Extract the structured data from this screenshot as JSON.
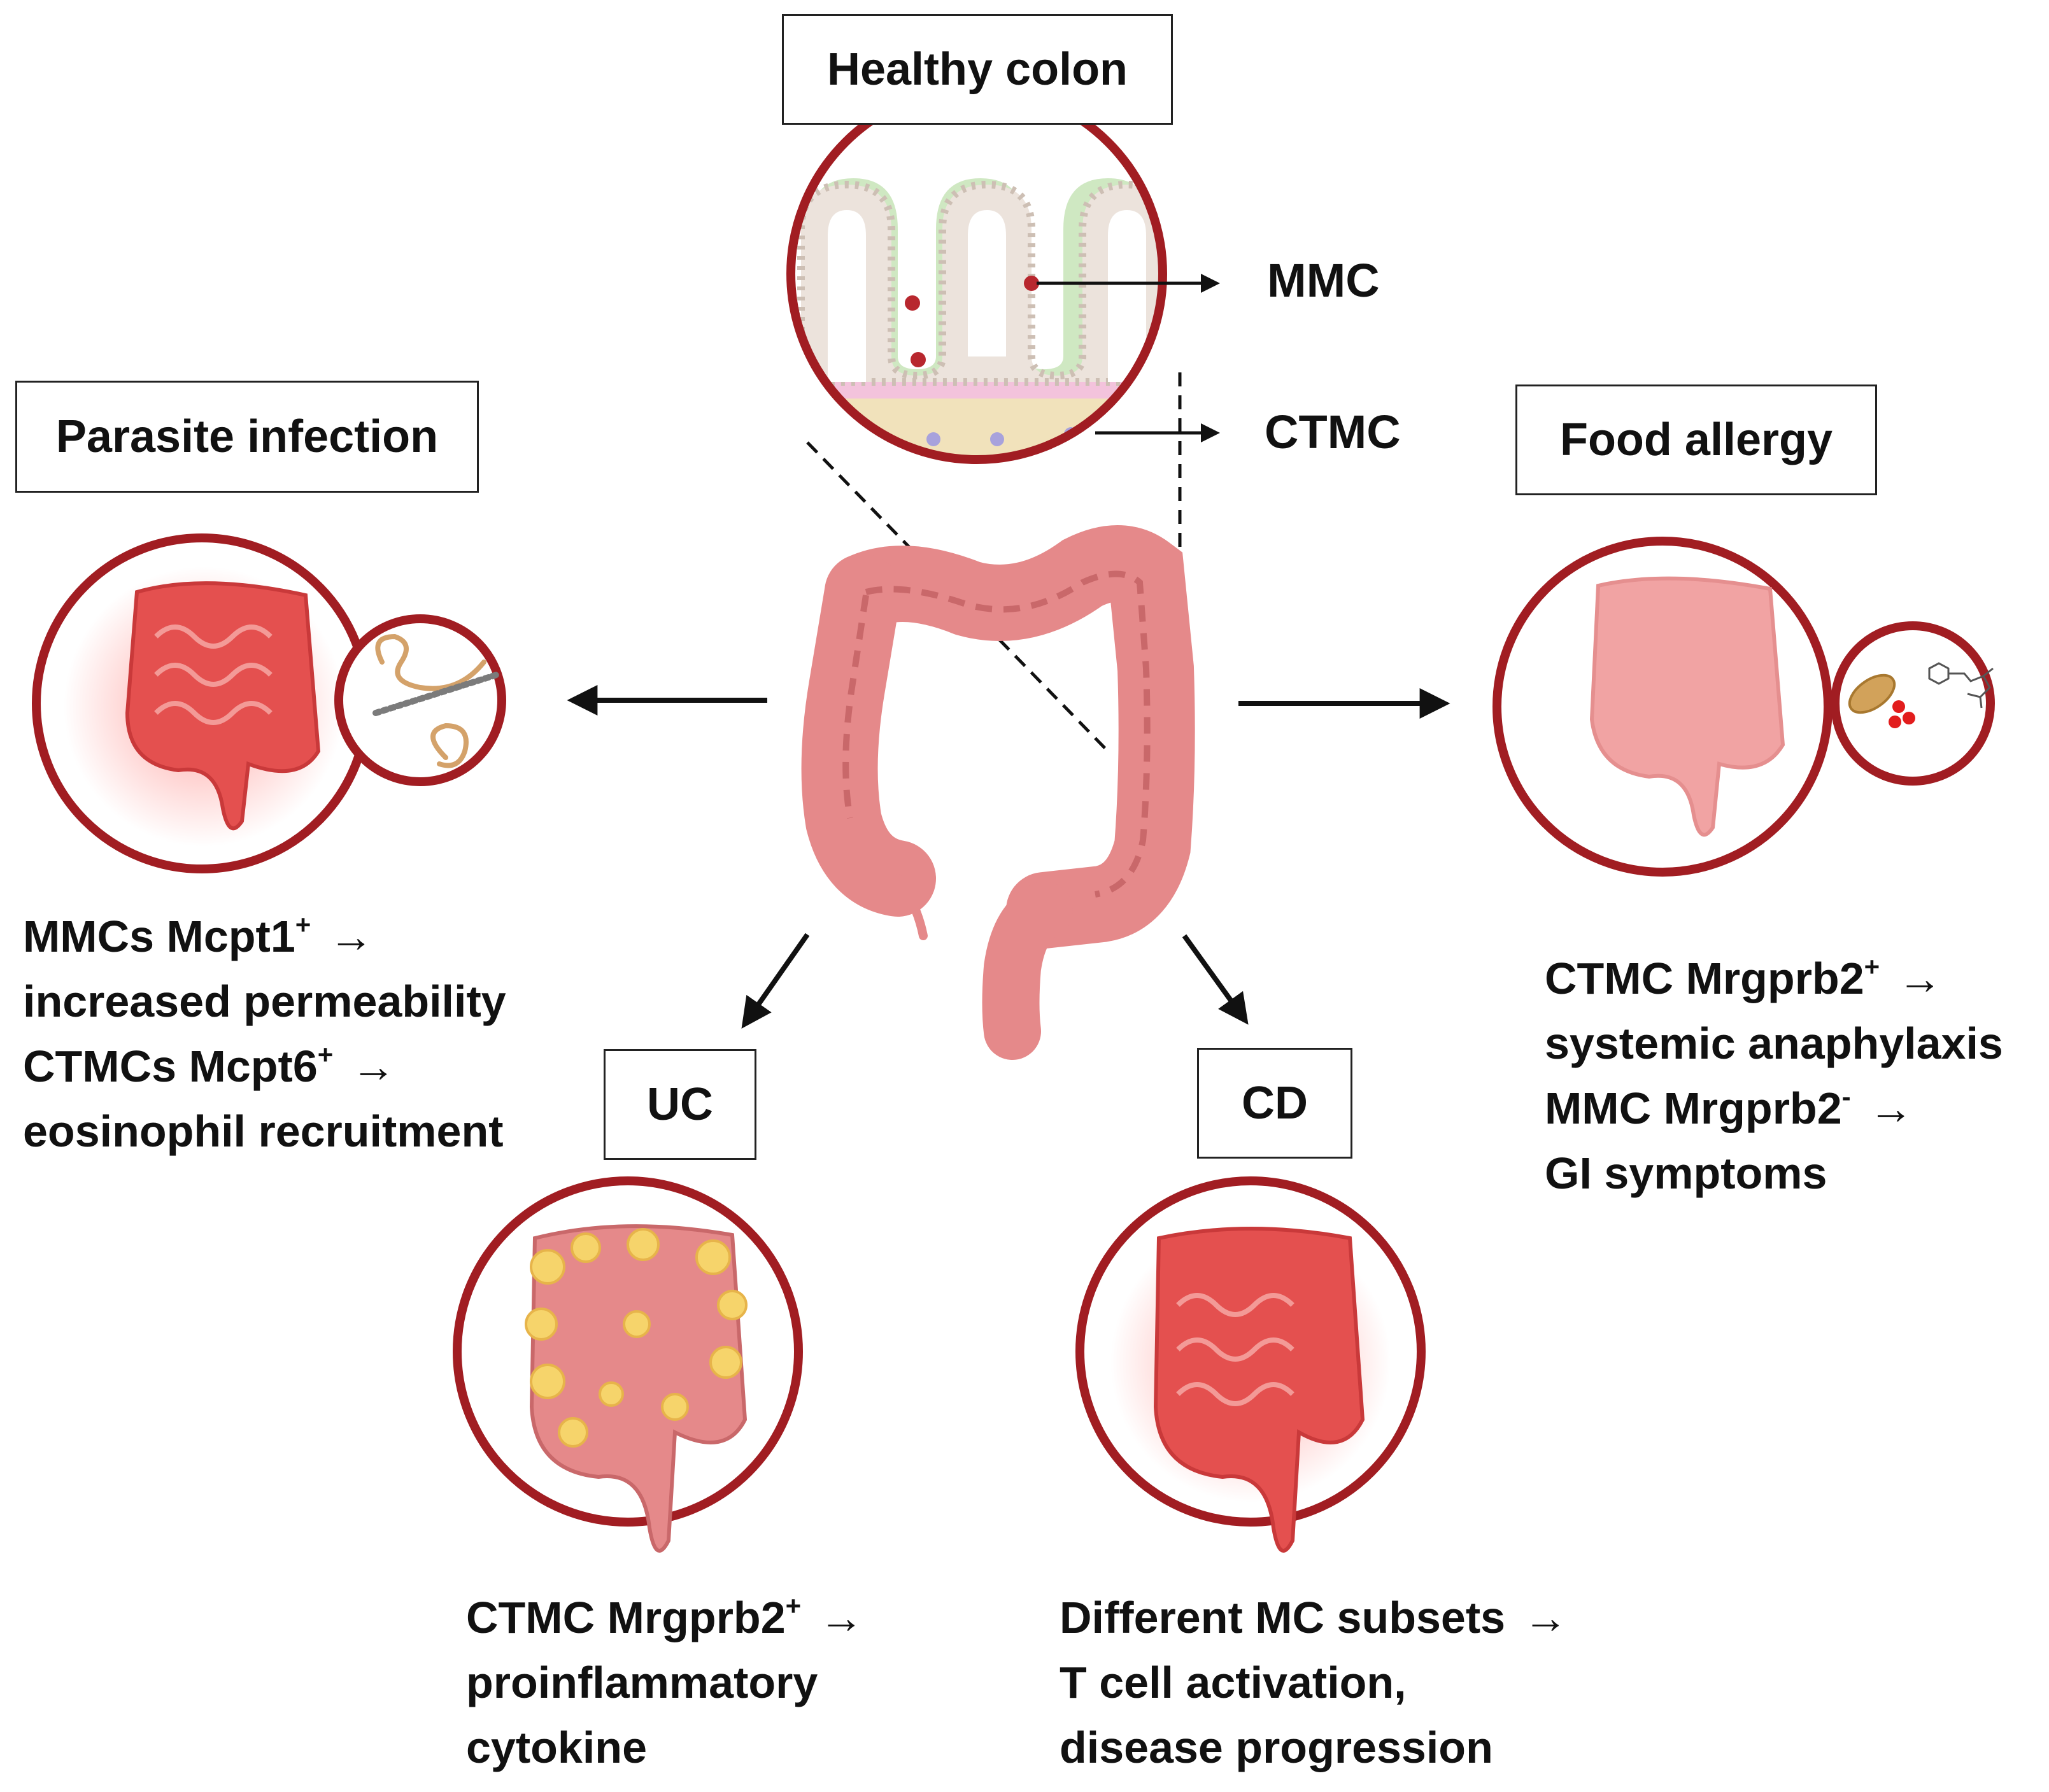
{
  "healthy": {
    "title": "Healthy colon",
    "mmc_label": "MMC",
    "ctmc_label": "CTMC"
  },
  "parasite": {
    "title": "Parasite infection",
    "lines": [
      {
        "text": "MMCs Mcpt1",
        "sup": "+",
        "arrow": "→"
      },
      {
        "text": "increased permeability",
        "sup": "",
        "arrow": ""
      },
      {
        "text": "CTMCs Mcpt6",
        "sup": "+",
        "arrow": "→"
      },
      {
        "text": "eosinophil recruitment",
        "sup": "",
        "arrow": ""
      }
    ]
  },
  "food": {
    "title": "Food allergy",
    "lines": [
      {
        "text": "CTMC Mrgprb2",
        "sup": "+",
        "arrow": "→"
      },
      {
        "text": "systemic anaphylaxis",
        "sup": "",
        "arrow": ""
      },
      {
        "text": "MMC Mrgprb2",
        "sup": "-",
        "arrow": "→"
      },
      {
        "text": "GI symptoms",
        "sup": "",
        "arrow": ""
      }
    ]
  },
  "uc": {
    "title": "UC",
    "lines": [
      {
        "text": "CTMC Mrgprb2",
        "sup": "+",
        "arrow": "→"
      },
      {
        "text": "proinflammatory",
        "sup": "",
        "arrow": ""
      },
      {
        "text": "cytokine",
        "sup": "",
        "arrow": ""
      }
    ]
  },
  "cd": {
    "title": "CD",
    "lines": [
      {
        "text": "Different MC subsets",
        "sup": "",
        "arrow": "→"
      },
      {
        "text": "T cell activation,",
        "sup": "",
        "arrow": ""
      },
      {
        "text": "disease progression",
        "sup": "",
        "arrow": ""
      }
    ]
  },
  "colors": {
    "ring": "#a11d22",
    "colon": "#e5898a",
    "colon_dark": "#c9686a",
    "inflamed": "#e4504f",
    "allergy_colon": "#f1a3a3",
    "ulcer": "#f6d46b",
    "mast_cell": "#b8272e",
    "ctmc_cell": "#a8a2dc",
    "lamina": "#f1e2bb",
    "mucosa_line": "#e4a8c4",
    "villus_fill": "#ece3dc",
    "villus_edge": "#cdbfb4",
    "villus_glow": "#cfe8c2"
  },
  "icons": [
    "arrow-left-icon",
    "arrow-right-icon",
    "arrow-down-left-icon",
    "arrow-down-right-icon",
    "peanut-icon",
    "molecule-icon",
    "worm-icon"
  ]
}
